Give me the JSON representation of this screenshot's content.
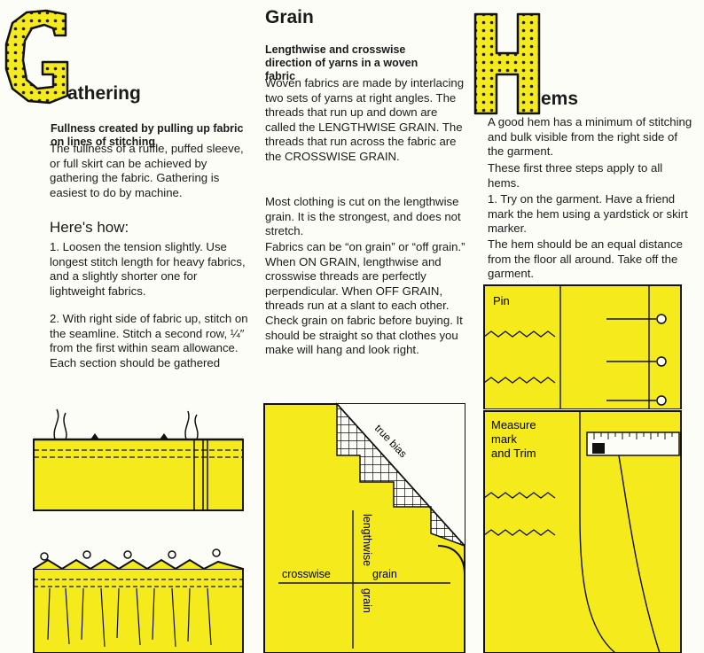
{
  "gathering": {
    "initial": "G",
    "rest": "athering",
    "subtitle": "Fullness created by pulling up fabric on lines of stitching",
    "intro": "The fullness of a ruffle, puffed sleeve, or full skirt can be achieved by gathering the fabric. Gathering is easiest to do by machine.",
    "heres_how": "Here's how:",
    "step1": "1. Loosen the tension slightly. Use longest stitch length for heavy fabrics, and a slightly shorter one for lightweight fabrics.",
    "step2": "2. With right side of fabric up, stitch on the seamline. Stitch a second row, ¼″ from the first within seam allowance. Each section should be gathered"
  },
  "grain": {
    "title": "Grain",
    "subtitle": "Lengthwise and crosswise direction of yarns in a woven fabric",
    "p1": "Woven fabrics are made by interlacing two sets of yarns at right angles. The threads that run up and down are called the LENGTHWISE GRAIN. The threads that run across the fabric are the CROSSWISE GRAIN.",
    "p2": "Most clothing is cut on the lengthwise grain. It is the strongest, and does not stretch.",
    "p3": "Fabrics can be “on grain” or “off grain.” When ON GRAIN, lengthwise and crosswise threads are perfectly perpendicular. When OFF GRAIN, threads run at a slant to each other. Check grain on fabric before buying. It should be straight so that clothes you make will hang and look right.",
    "diagram": {
      "bias_label": "true bias",
      "lengthwise_label": "lengthwise",
      "grain_vertical_label": "grain",
      "crosswise_label": "crosswise",
      "grain_horizontal_label": "grain"
    }
  },
  "hems": {
    "initial": "H",
    "rest": "ems",
    "intro": "A good hem has a minimum of stitching and bulk visible from the right side of the garment.",
    "note": "These first three steps apply to all hems.",
    "step1": "1. Try on the garment. Have a friend mark the hem using a yardstick or skirt marker.",
    "step1b": "The hem should be an equal distance from the floor all around. Take off the garment.",
    "pin_label": "Pin",
    "measure_label_1": "Measure",
    "measure_label_2": "mark",
    "measure_label_3": "and Trim"
  }
}
